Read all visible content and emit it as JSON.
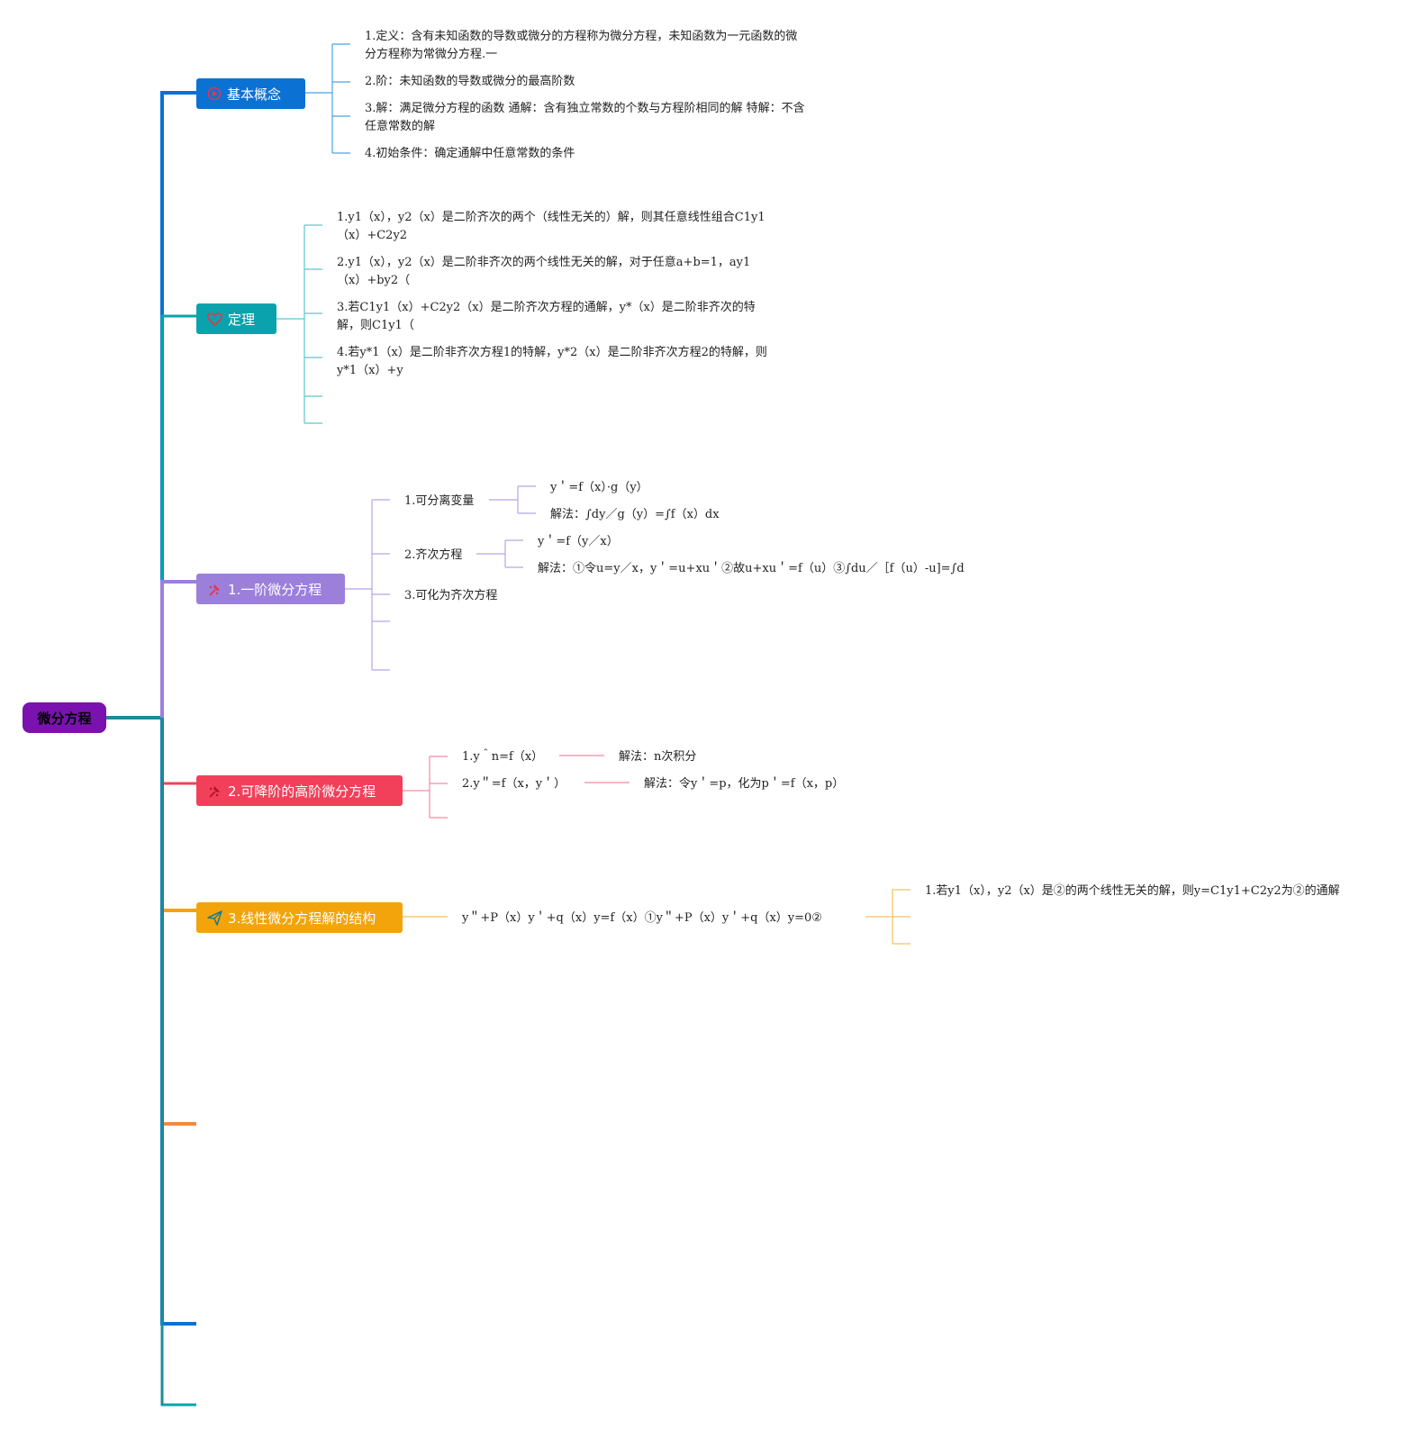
{
  "root": {
    "label": "微分方程",
    "color": "#7a12b0"
  },
  "branches": [
    {
      "id": "basic",
      "label": "基本概念",
      "icon": "target-icon",
      "color": "#0b72d4",
      "children": [
        "1.定义：含有未知函数的导数或微分的方程称为微分方程，未知函数为一元函数的微分方程称为常微分方程.一",
        "2.阶：未知函数的导数或微分的最高阶数",
        "3.解：满足微分方程的函数 通解：含有独立常数的个数与方程阶相同的解 特解：不含任意常数的解",
        "4.初始条件：确定通解中任意常数的条件"
      ]
    },
    {
      "id": "theorem",
      "label": "定理",
      "icon": "heart-icon",
      "color": "#0aa3ad",
      "children": [
        "1.y1（x），y2（x）是二阶齐次的两个（线性无关的）解，则其任意线性组合C1y1（x）+C2y2",
        "2.y1（x），y2（x）是二阶非齐次的两个线性无关的解，对于任意a+b=1，ay1（x）+by2（",
        "3.若C1y1（x）+C2y2（x）是二阶齐次方程的通解，y*（x）是二阶非齐次的特解，则C1y1（",
        "4.若y*1（x）是二阶非齐次方程1的特解，y*2（x）是二阶非齐次方程2的特解，则y*1（x）+y",
        "",
        ""
      ]
    },
    {
      "id": "first-order",
      "label": "1.一阶微分方程",
      "icon": "pin-icon",
      "color": "#9b7fdb",
      "children": [
        {
          "label": "1.可分离变量",
          "children": [
            "y＇=f（x）·g（y）",
            "解法：∫dy／g（y）=∫f（x）dx"
          ]
        },
        {
          "label": "2.齐次方程",
          "children": [
            "y＇=f（y／x）",
            "解法：①令u=y／x，y＇=u+xu＇②故u+xu＇=f（u）③∫du／［f（u）-u]=∫d"
          ]
        },
        {
          "label": "3.可化为齐次方程",
          "children": []
        },
        {
          "label": "",
          "children": []
        },
        {
          "label": "",
          "children": []
        }
      ]
    },
    {
      "id": "reducible",
      "label": "2.可降阶的高阶微分方程",
      "icon": "pin-icon",
      "color": "#f2405a",
      "children": [
        {
          "label": "1.y＾n=f（x）",
          "children": [
            "解法：n次积分"
          ]
        },
        {
          "label": "2.y＂=f（x，y＇）",
          "children": [
            "解法：令y＇=p，化为p＇=f（x，p）"
          ]
        },
        {
          "label": "",
          "children": []
        }
      ]
    },
    {
      "id": "linear",
      "label": "3.线性微分方程解的结构",
      "icon": "send-icon",
      "color": "#f2a40a",
      "children": [
        {
          "label": "y＂+P（x）y＇+q（x）y=f（x）①y＂+P（x）y＇+q（x）y=0②",
          "children": [
            "1.若y1（x），y2（x）是②的两个线性无关的解，则y=C1y1+C2y2为②的通解",
            "",
            ""
          ]
        }
      ]
    }
  ],
  "empty_branches": [
    {
      "color": "#f28a3e"
    },
    {
      "color": "#0b72d4"
    },
    {
      "color": "#0aa3ad"
    }
  ]
}
